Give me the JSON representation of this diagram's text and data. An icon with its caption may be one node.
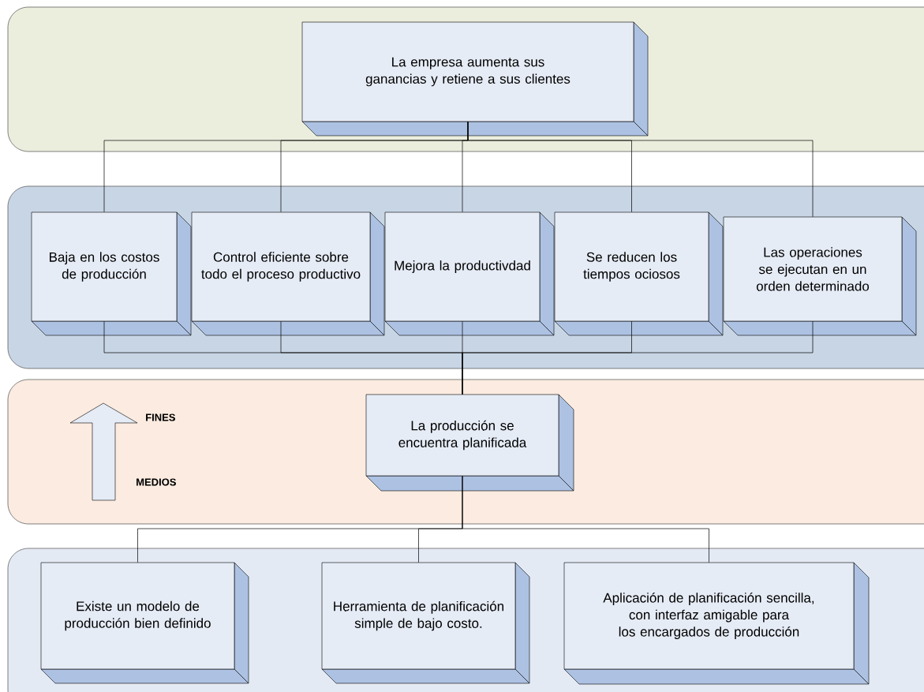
{
  "diagram": {
    "nodes": [
      {
        "text": [
          "La empresa aumenta sus ganancias y retiene a sus clientes"
        ]
      },
      {
        "text": [
          "Baja en los costos de producción"
        ]
      },
      {
        "text": [
          "Control eficiente sobre todo el proceso productivo"
        ]
      },
      {
        "text": [
          "Mejora la productivdad"
        ]
      },
      {
        "text": [
          "Se reducen los tiempos ociosos"
        ]
      },
      {
        "text": [
          "Las operaciones se ejecutan en un orden determinado"
        ]
      },
      {
        "text": [
          "La producción se encuentra planificada"
        ]
      },
      {
        "text": [
          "Existe un modelo de producción bien definido"
        ]
      },
      {
        "text": [
          "Herramienta de planificación simple de bajo costo."
        ]
      },
      {
        "text": [
          "Aplicación de planificación sencilla, con interfaz amigable para los encargados de producción"
        ]
      }
    ],
    "edges": [
      {
        "from": 0,
        "to": 1,
        "arrow": "none"
      },
      {
        "from": 0,
        "to": 2,
        "arrow": "none"
      },
      {
        "from": 0,
        "to": 3,
        "arrow": "none"
      },
      {
        "from": 0,
        "to": 4,
        "arrow": "none"
      },
      {
        "from": 0,
        "to": 5,
        "arrow": "none"
      },
      {
        "from": 1,
        "to": 6,
        "arrow": "none"
      },
      {
        "from": 2,
        "to": 6,
        "arrow": "none"
      },
      {
        "from": 3,
        "to": 6,
        "arrow": "none"
      },
      {
        "from": 4,
        "to": 6,
        "arrow": "none"
      },
      {
        "from": 5,
        "to": 6,
        "arrow": "none"
      },
      {
        "from": 6,
        "to": 7,
        "arrow": "none"
      },
      {
        "from": 6,
        "to": 8,
        "arrow": "none"
      },
      {
        "from": 6,
        "to": 9,
        "arrow": "none"
      }
    ],
    "labels": [
      "FINES",
      "MEDIOS"
    ]
  }
}
